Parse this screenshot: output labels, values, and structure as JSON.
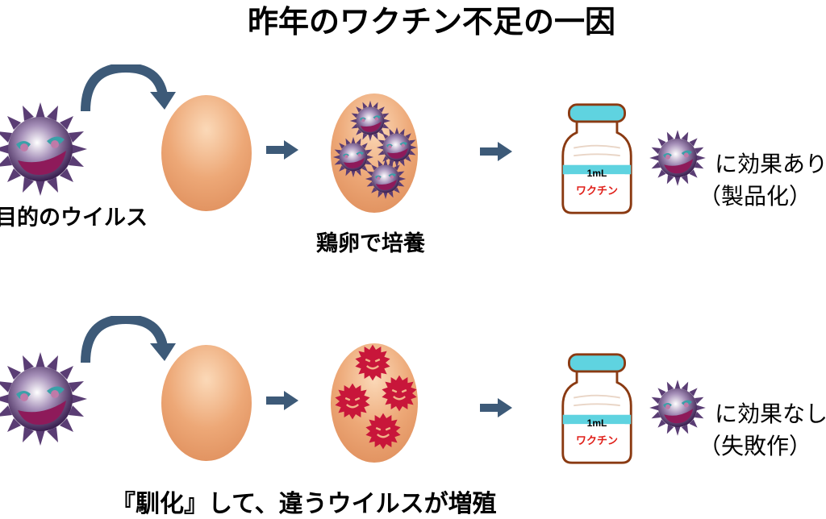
{
  "title": "昨年のワクチン不足の一因",
  "row1": {
    "virus_label": "目的のウイルス",
    "culture_label": "鶏卵で培養",
    "vial": {
      "volume": "1mL",
      "name": "ワクチン"
    },
    "result_line1": "に効果あり",
    "result_line2": "（製品化）"
  },
  "row2": {
    "caption": "『馴化』して、違うウイルスが増殖",
    "vial": {
      "volume": "1mL",
      "name": "ワクチン"
    },
    "result_line1": "に効果なし",
    "result_line2": "（失敗作）"
  },
  "colors": {
    "virus": "#4a2c5e",
    "mutant_virus": "#c8163a",
    "egg": "#e9a06a",
    "arrow": "#3d5a78",
    "vial_cap": "#5fd3e0",
    "vial_outline": "#8a3a12"
  },
  "icons": [
    "virus-icon",
    "egg-icon",
    "curved-arrow-icon",
    "right-arrow-icon",
    "vaccine-vial-icon",
    "mutant-virus-icon"
  ]
}
